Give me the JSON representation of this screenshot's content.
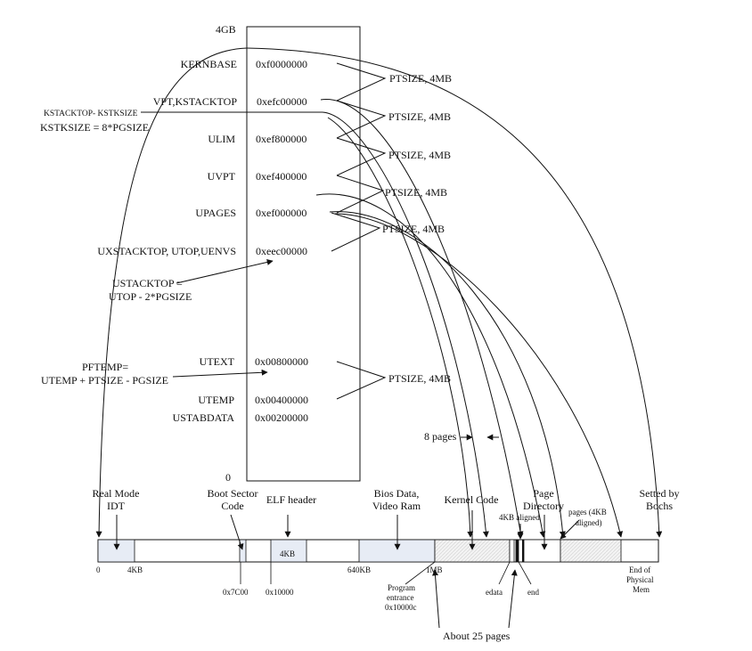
{
  "virtual_map": {
    "top_label": "4GB",
    "bottom_label": "0",
    "rows": [
      {
        "name": "KERNBASE",
        "addr": "0xf0000000"
      },
      {
        "name": "VPT,KSTACKTOP",
        "addr": "0xefc00000"
      },
      {
        "name": "ULIM",
        "addr": "0xef800000"
      },
      {
        "name": "UVPT",
        "addr": "0xef400000"
      },
      {
        "name": "UPAGES",
        "addr": "0xef000000"
      },
      {
        "name": "UXSTACKTOP, UTOP,UENVS",
        "addr": "0xeec00000"
      },
      {
        "name": "UTEXT",
        "addr": "0x00800000"
      },
      {
        "name": "UTEMP",
        "addr": "0x00400000"
      },
      {
        "name": "USTABDATA",
        "addr": "0x00200000"
      }
    ],
    "ptsize_labels": [
      "PTSIZE, 4MB",
      "PTSIZE, 4MB",
      "PTSIZE, 4MB",
      "PTSIZE, 4MB",
      "PTSIZE, 4MB",
      "PTSIZE, 4MB"
    ],
    "side_notes": {
      "kstk_line1": "KSTACKTOP- KSTKSIZE",
      "kstk_line2": "KSTKSIZE = 8*PGSIZE",
      "ustack_line1": "USTACKTOP =",
      "ustack_line2": "UTOP - 2*PGSIZE",
      "pftemp_line1": "PFTEMP=",
      "pftemp_line2": "UTEMP + PTSIZE - PGSIZE"
    },
    "eight_pages": "8 pages"
  },
  "physical_map": {
    "headers": {
      "real_mode_1": "Real Mode",
      "real_mode_2": "IDT",
      "boot_1": "Boot Sector",
      "boot_2": "Code",
      "elf": "ELF header",
      "bios_1": "Bios Data,",
      "bios_2": "Video Ram",
      "kernel": "Kernel Code",
      "page_dir_1": "Page",
      "page_dir_2": "Directory",
      "kb_aligned": "4KB aligned",
      "pages_1": "pages (4KB",
      "pages_2": "aligned)",
      "bochs_1": "Setted by",
      "bochs_2": "Bochs"
    },
    "inside": {
      "elf_size": "4KB"
    },
    "ticks": {
      "zero": "0",
      "four_kb": "4KB",
      "x7c00": "0x7C00",
      "x10000": "0x10000",
      "k640": "640KB",
      "one_mb": "1MB",
      "prog_1": "Program",
      "prog_2": "entrance",
      "prog_3": "0x10000c",
      "edata": "edata",
      "end": "end",
      "eom_1": "End of",
      "eom_2": "Physical",
      "eom_3": "Mem"
    },
    "about": "About 25 pages"
  }
}
